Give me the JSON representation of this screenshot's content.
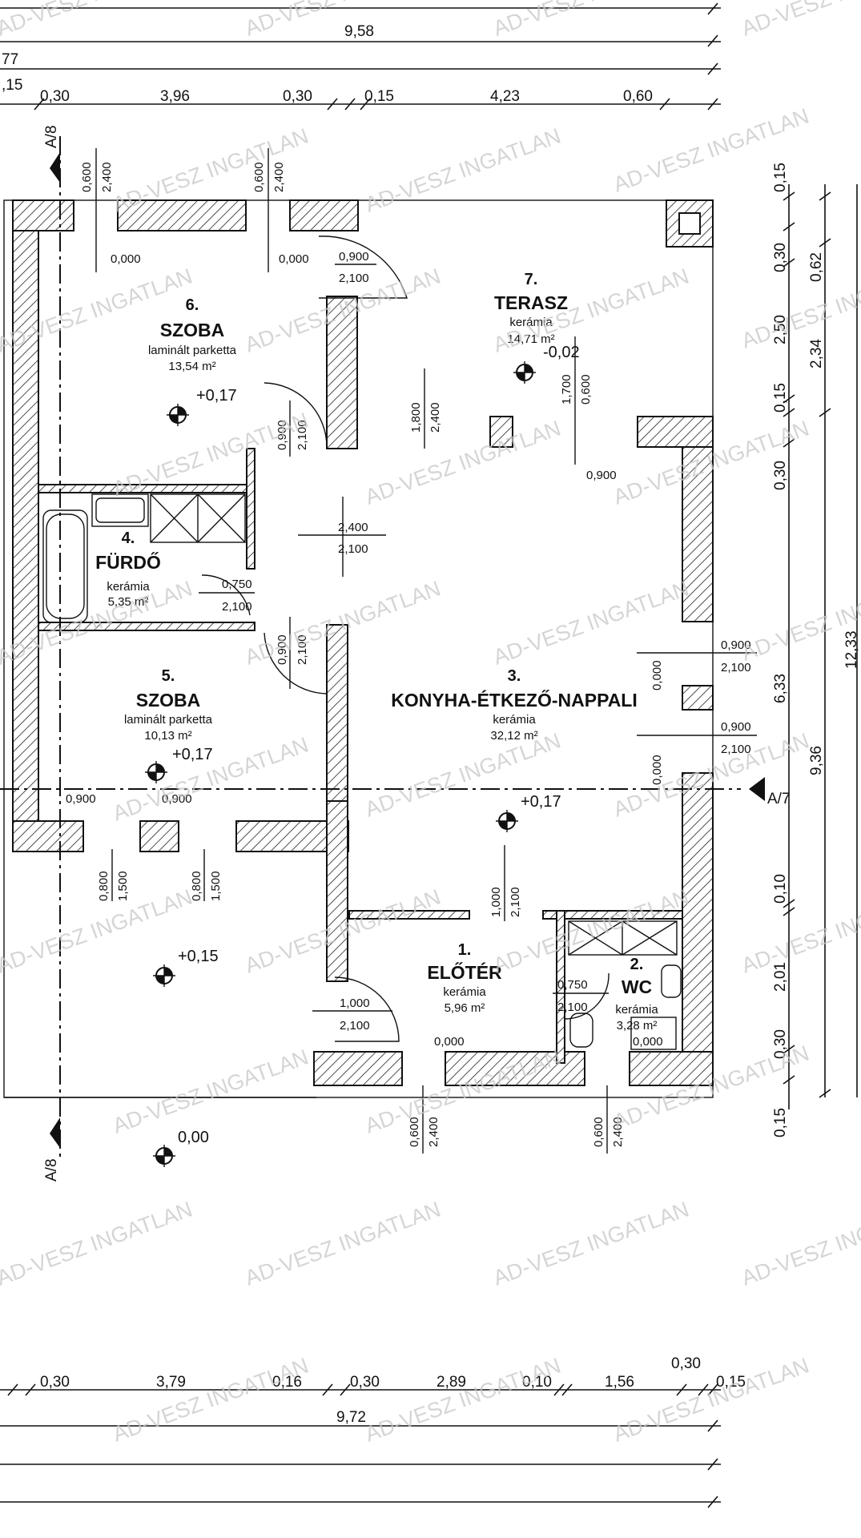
{
  "top_dims": {
    "overall": "9,58",
    "partial_left": "77",
    "edge_left": ",15",
    "segments": [
      "0,30",
      "3,96",
      "0,30",
      "0,15",
      "4,23",
      "0,60"
    ]
  },
  "bottom_dims": {
    "segments": [
      "0,30",
      "3,79",
      "0,16",
      "0,30",
      "2,89",
      "0,10",
      "1,56",
      "0,30",
      "0,15"
    ],
    "overall": "9,72"
  },
  "right_dims": {
    "inner": [
      "0,15",
      "0,30",
      "2,50",
      "0,15",
      "0,30",
      "6,33",
      "0,10",
      "2,01",
      "0,30",
      "0,15"
    ],
    "middle": [
      "0,62",
      "2,34",
      "9,36"
    ],
    "overall": "12,33"
  },
  "section_marks": {
    "a8_top": "A/8",
    "a8_bottom": "A/8",
    "a7": "A/7"
  },
  "rooms": [
    {
      "number": "6.",
      "name": "SZOBA",
      "floor": "laminált parketta",
      "area": "13,54 m²"
    },
    {
      "number": "7.",
      "name": "TERASZ",
      "floor": "kerámia",
      "area": "14,71 m²"
    },
    {
      "number": "4.",
      "name": "FÜRDŐ",
      "floor": "kerámia",
      "area": "5,35 m²"
    },
    {
      "number": "5.",
      "name": "SZOBA",
      "floor": "laminált parketta",
      "area": "10,13 m²"
    },
    {
      "number": "3.",
      "name": "KONYHA-ÉTKEZŐ-NAPPALI",
      "floor": "kerámia",
      "area": "32,12 m²"
    },
    {
      "number": "1.",
      "name": "ELŐTÉR",
      "floor": "kerámia",
      "area": "5,96 m²"
    },
    {
      "number": "2.",
      "name": "WC",
      "floor": "kerámia",
      "area": "3,28 m²"
    }
  ],
  "levels": {
    "room6": "+0,17",
    "terrace": "-0,02",
    "room5": "+0,17",
    "main": "+0,17",
    "outside": "+0,15",
    "ground": "0,00"
  },
  "openings": {
    "win_top_left_w": "0,600",
    "win_top_left_h": "2,400",
    "win_top_mid_w": "0,600",
    "win_top_mid_h": "2,400",
    "sill_room6_a": "0,000",
    "sill_room6_b": "0,000",
    "door_room6_w": "0,900",
    "door_room6_h": "2,100",
    "door_r6_inner_w": "0,900",
    "door_r6_inner_h": "2,100",
    "terrace_door_w": "1,800",
    "terrace_door_h": "2,400",
    "terrace_win_w": "1,700",
    "terrace_win_h": "0,600",
    "kitchen_sill": "0,900",
    "passage_w": "2,400",
    "passage_h": "2,100",
    "bath_door_w": "0,750",
    "bath_door_h": "2,100",
    "door_r5_w": "0,900",
    "door_r5_h": "2,100",
    "win_right1_w": "0,900",
    "win_right1_h": "2,100",
    "win_right1_sill": "0,000",
    "win_right2_w": "0,900",
    "win_right2_h": "2,100",
    "win_right2_sill": "0,000",
    "room5_sill_a": "0,900",
    "room5_sill_b": "0,900",
    "win_r5_a_w": "0,800",
    "win_r5_a_h": "1,500",
    "win_r5_b_w": "0,800",
    "win_r5_b_h": "1,500",
    "hall_open_w": "1,000",
    "hall_open_h": "2,100",
    "wc_door_w": "0,750",
    "wc_door_h": "2,100",
    "entry_door_w": "1,000",
    "entry_door_h": "2,100",
    "entry_sill": "0,000",
    "wc_sill": "0,000",
    "win_bot_a_w": "0,600",
    "win_bot_a_h": "2,400",
    "win_bot_b_w": "0,600",
    "win_bot_b_h": "2,400"
  },
  "watermark": "AD-VESZ INGATLAN"
}
